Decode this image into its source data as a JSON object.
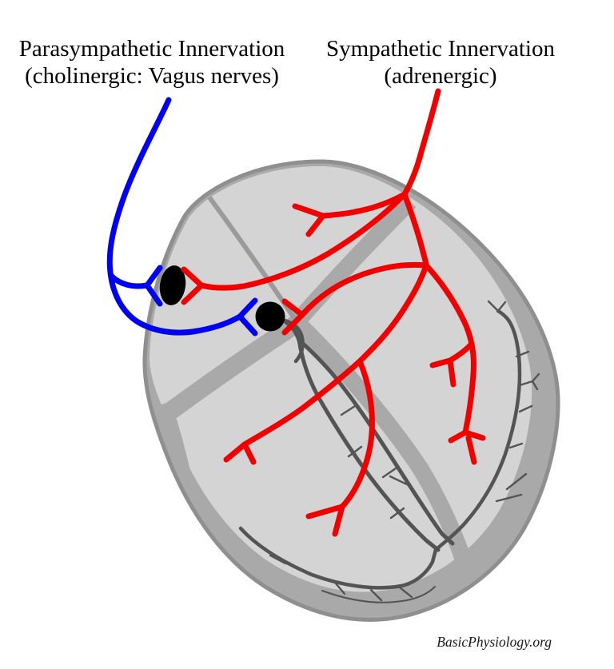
{
  "header": {
    "parasympathetic": {
      "title": "Parasympathetic Innervation",
      "subtitle": "(cholinergic: Vagus nerves)"
    },
    "sympathetic": {
      "title": "Sympathetic Innervation",
      "subtitle": "(adrenergic)"
    }
  },
  "watermark": "BasicPhysiology.org",
  "colors": {
    "background": "#ffffff",
    "text": "#000000",
    "parasympathetic_nerve": "#0000f2",
    "sympathetic_nerve": "#f20000",
    "conduction_fiber": "#545454",
    "heart_wall": "#a9a9a9",
    "heart_chamber": "#d4d4d4",
    "heart_divider": "#9b9b9b",
    "heart_outline": "#8f8f8f",
    "node_fill": "#000000"
  }
}
